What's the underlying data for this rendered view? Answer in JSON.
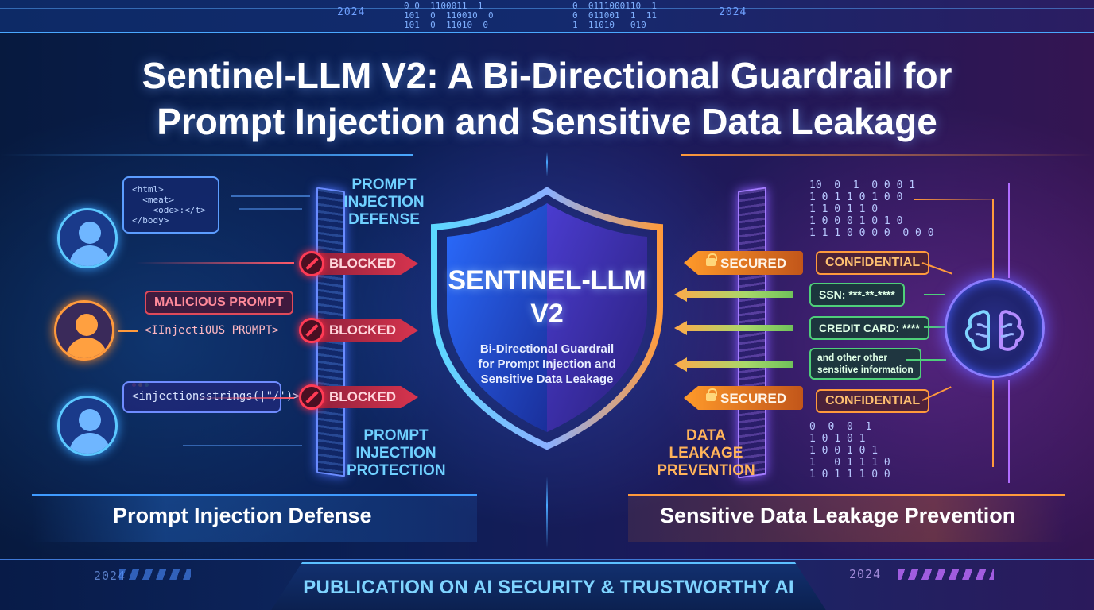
{
  "title": {
    "line1": "Sentinel-LLM V2: A Bi-Directional Guardrail for",
    "line2": "Prompt Injection and Sensitive Data Leakage"
  },
  "header_strip": {
    "year_left": "2024",
    "year_right": "2024",
    "binary_left": "0 0  1100011  1\n101  0  110010  0\n101  0  11010  0",
    "binary_right": "0  0111000110  1\n0  011001  1  11\n1  11010   010"
  },
  "left_panel": {
    "code_bubble": "<html>\n  <meat>\n    <ode>:</t>\n</body>",
    "malicious_label": "MALICIOUS PROMPT",
    "injection_text": "<IInjectiOUS PROMPT>",
    "string_bubble": "<injectionsstrings(|\"/')>",
    "blocked_labels": [
      "BLOCKED",
      "BLOCKED",
      "BLOCKED"
    ],
    "top_label": "PROMPT\nINJECTION\nDEFENSE",
    "bottom_label": "PROMPT\nINJECTION\nPROTECTION",
    "section_label": "Prompt Injection Defense"
  },
  "shield": {
    "title_line1": "SENTINEL-LLM",
    "title_line2": "V2",
    "subtitle": "Bi-Directional Guardrail\nfor Prompt Injection and\nSensitive Data Leakage"
  },
  "right_panel": {
    "secured_labels": [
      "SECURED",
      "SECURED"
    ],
    "confidential_labels": [
      "CONFIDENTIAL",
      "CONFIDENTIAL"
    ],
    "ssn": "SSN: ***-**-****",
    "credit_card": "CREDIT CARD: ****",
    "other_info": "and other other\nsensitive information",
    "data_label": "DATA\nLEAKAGE\nPREVENTION",
    "binary_top": "10  0  1  0 0 0 1\n1 0 1 1 0 1 0 0\n1 1 0 1 1 0\n1 0 0 0 1 0 1 0\n1 1 1 0 0 0 0  0 0 0",
    "binary_bottom": "0  0  0  1\n1 0 1 0 1\n1 0 0 1 0 1\n1   0 1 1 1 0\n1 0 1 1 1 0 0",
    "section_label": "Sensitive Data Leakage Prevention"
  },
  "footer": {
    "year_left": "2024",
    "year_right": "2024",
    "publication": "PUBLICATION ON AI SECURITY & TRUSTWORTHY AI"
  },
  "colors": {
    "cyan": "#5cc8ff",
    "blocked_red": "#d8344e",
    "secured_orange": "#ff9a2a",
    "leak_green": "#4fcf7a",
    "brain_purple": "#8a7cff"
  }
}
